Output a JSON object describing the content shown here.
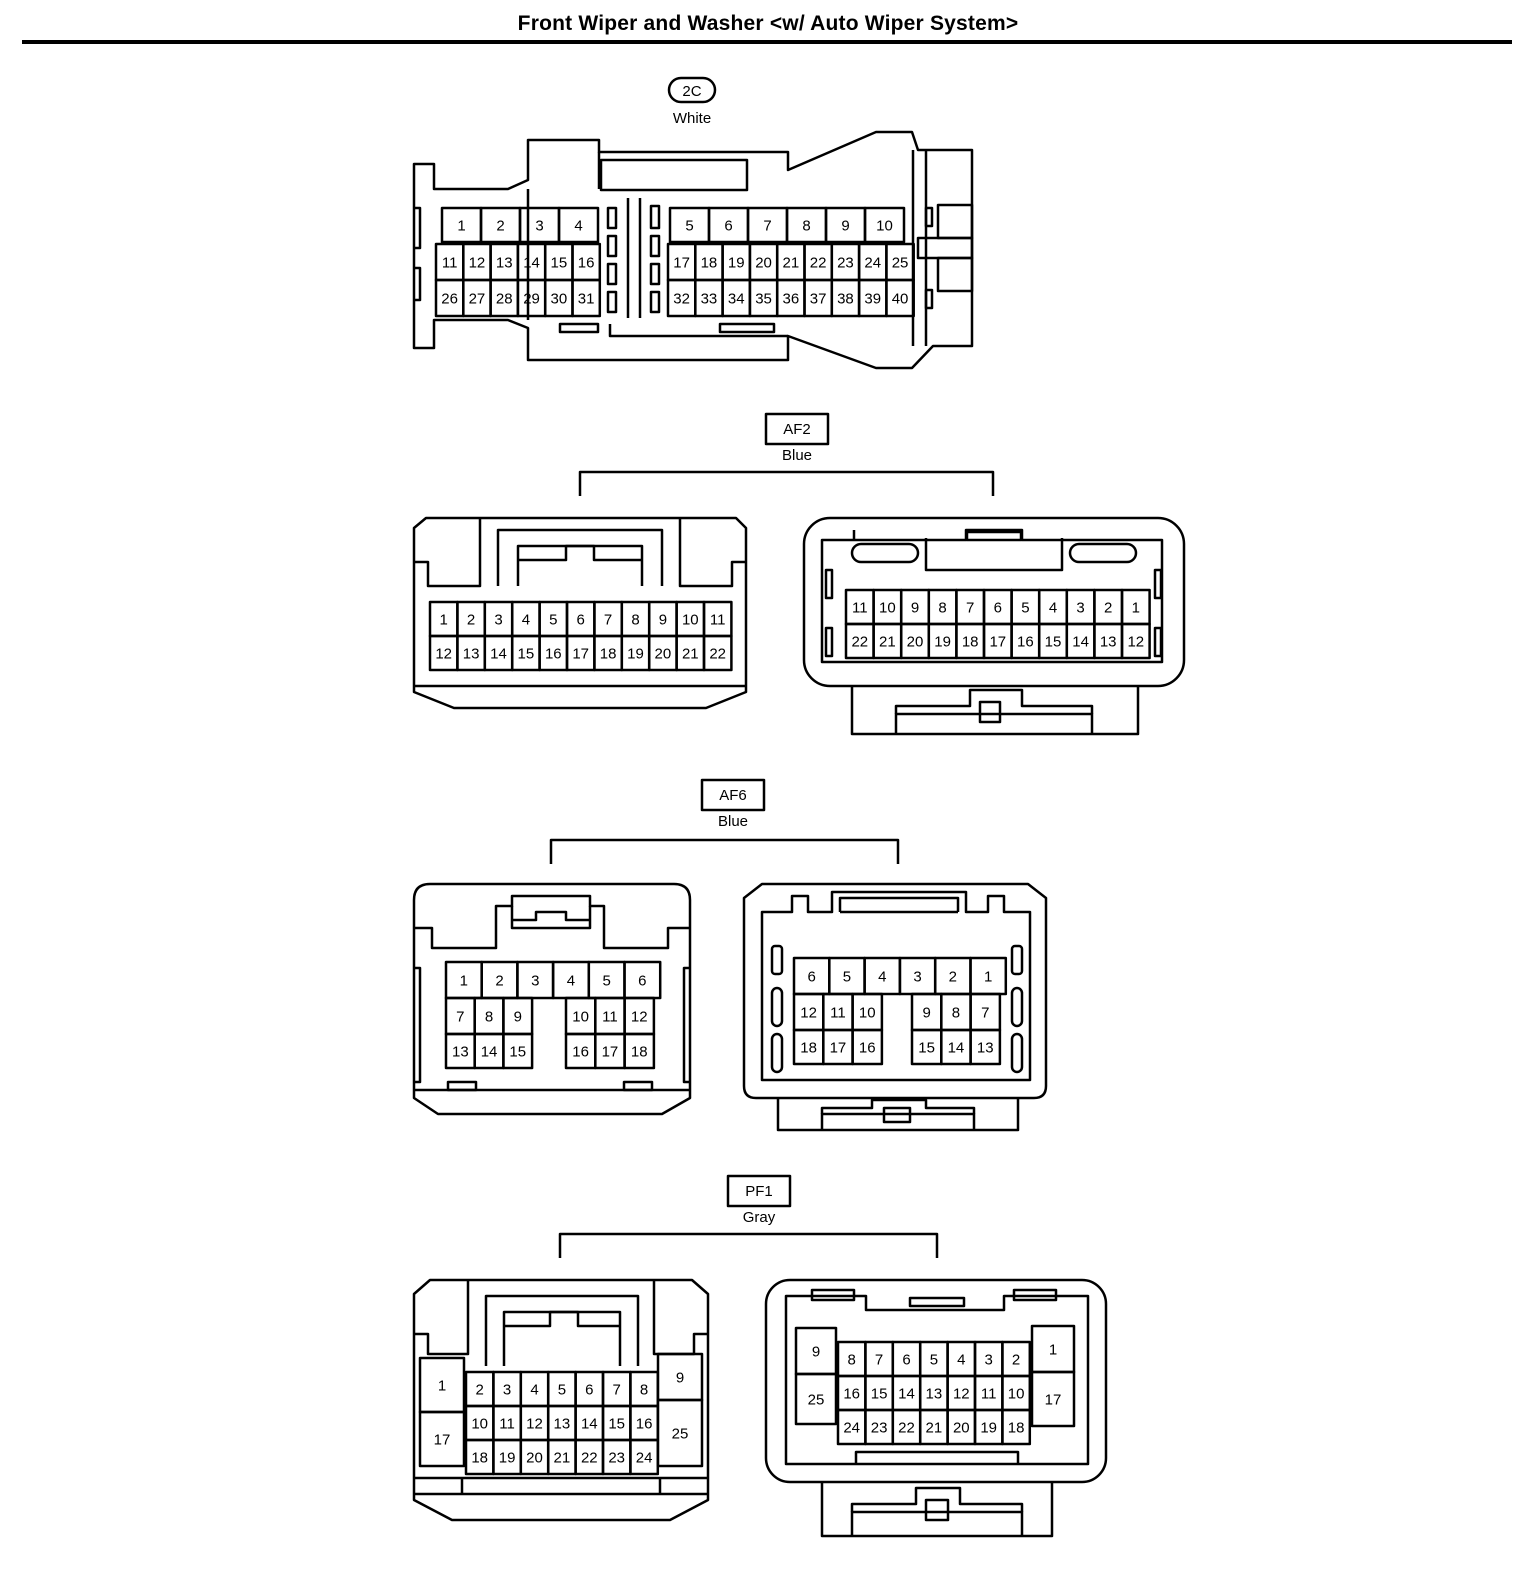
{
  "title": "Front Wiper and Washer <w/ Auto Wiper System>",
  "connectors": {
    "c2c": {
      "code": "2C",
      "color": "White"
    },
    "af2": {
      "code": "AF2",
      "color": "Blue"
    },
    "af6": {
      "code": "AF6",
      "color": "Blue"
    },
    "pf1": {
      "code": "PF1",
      "color": "Gray"
    }
  },
  "pins": {
    "c2c": [
      [
        "1",
        "2",
        "3",
        "4"
      ],
      [
        "11",
        "12",
        "13",
        "14",
        "15",
        "16"
      ],
      [
        "26",
        "27",
        "28",
        "29",
        "30",
        "31"
      ],
      [
        "5",
        "6",
        "7",
        "8",
        "9",
        "10"
      ],
      [
        "17",
        "18",
        "19",
        "20",
        "21",
        "22",
        "23",
        "24",
        "25"
      ],
      [
        "32",
        "33",
        "34",
        "35",
        "36",
        "37",
        "38",
        "39",
        "40"
      ]
    ],
    "af2_left": [
      [
        "1",
        "2",
        "3",
        "4",
        "5",
        "6",
        "7",
        "8",
        "9",
        "10",
        "11"
      ],
      [
        "12",
        "13",
        "14",
        "15",
        "16",
        "17",
        "18",
        "19",
        "20",
        "21",
        "22"
      ]
    ],
    "af2_right": [
      [
        "11",
        "10",
        "9",
        "8",
        "7",
        "6",
        "5",
        "4",
        "3",
        "2",
        "1"
      ],
      [
        "22",
        "21",
        "20",
        "19",
        "18",
        "17",
        "16",
        "15",
        "14",
        "13",
        "12"
      ]
    ],
    "af6_left": [
      [
        "1",
        "2",
        "3",
        "4",
        "5",
        "6"
      ],
      [
        "7",
        "8",
        "9"
      ],
      [
        "10",
        "11",
        "12"
      ],
      [
        "13",
        "14",
        "15"
      ],
      [
        "16",
        "17",
        "18"
      ]
    ],
    "af6_right": [
      [
        "6",
        "5",
        "4",
        "3",
        "2",
        "1"
      ],
      [
        "12",
        "11",
        "10"
      ],
      [
        "9",
        "8",
        "7"
      ],
      [
        "18",
        "17",
        "16"
      ],
      [
        "15",
        "14",
        "13"
      ]
    ],
    "pf1_left": [
      [
        "1",
        "17"
      ],
      [
        "2",
        "3",
        "4",
        "5",
        "6",
        "7",
        "8"
      ],
      [
        "10",
        "11",
        "12",
        "13",
        "14",
        "15",
        "16"
      ],
      [
        "18",
        "19",
        "20",
        "21",
        "22",
        "23",
        "24"
      ],
      [
        "9",
        "25"
      ]
    ],
    "pf1_right": [
      [
        "9",
        "25"
      ],
      [
        "8",
        "7",
        "6",
        "5",
        "4",
        "3",
        "2"
      ],
      [
        "16",
        "15",
        "14",
        "13",
        "12",
        "11",
        "10"
      ],
      [
        "24",
        "23",
        "22",
        "21",
        "20",
        "19",
        "18"
      ],
      [
        "1",
        "17"
      ]
    ]
  }
}
